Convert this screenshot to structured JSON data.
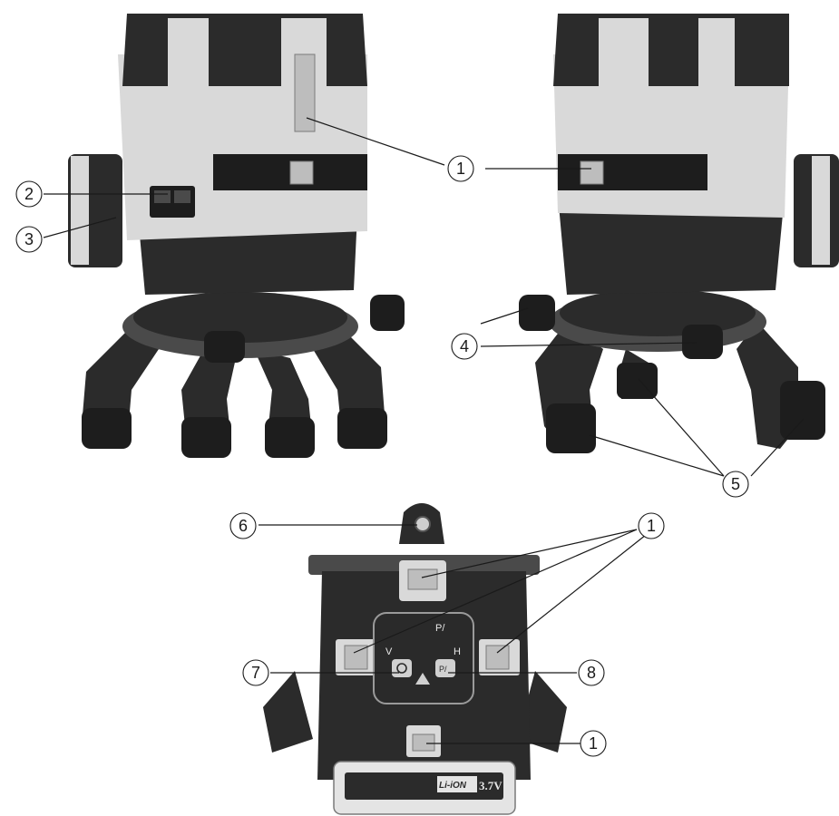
{
  "callouts": {
    "c1": "1",
    "c2": "2",
    "c3": "3",
    "c4": "4",
    "c5": "5",
    "c6": "6",
    "c7": "7",
    "c8": "8"
  },
  "control_panel": {
    "v_label": "V",
    "h_label": "H",
    "pulse_label": "P/",
    "pulse_button_text": "P/"
  },
  "battery": {
    "type_label": "Li-iON",
    "voltage_label": "3.7V"
  }
}
